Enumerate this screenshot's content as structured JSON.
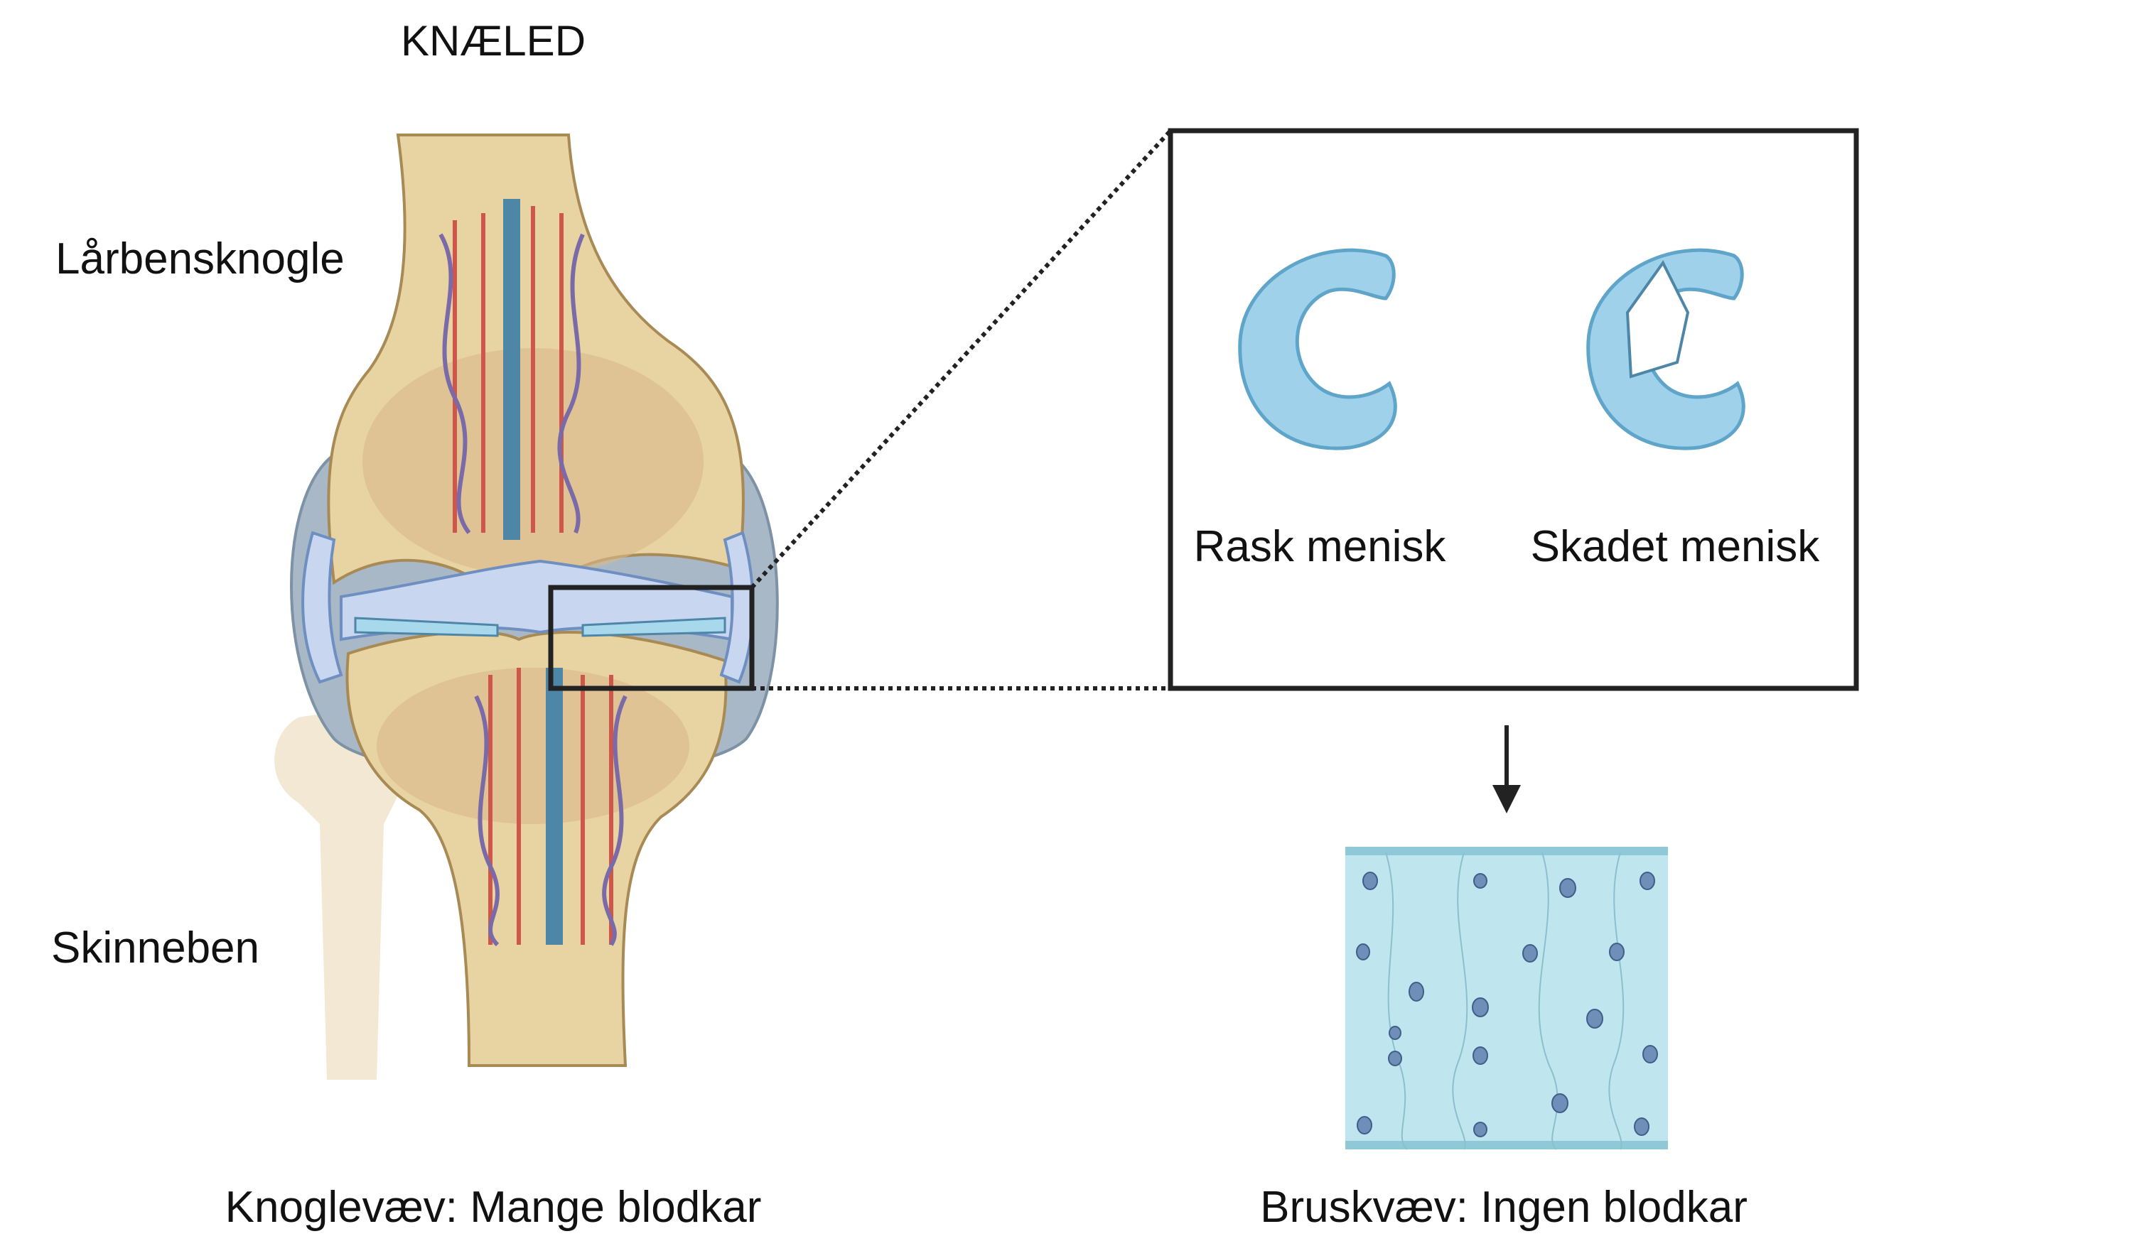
{
  "title": "KNÆLED",
  "labels": {
    "femur": "Lårbensknogle",
    "tibia": "Skinneben",
    "bone_caption": "Knoglevæv: Mange blodkar",
    "cartilage_caption": "Bruskvæv: Ingen blodkar"
  },
  "menisci": {
    "healthy": "Rask menisk",
    "damaged": "Skadet menisk"
  },
  "colors": {
    "bone": "#e8d3a3",
    "bone_outline": "#a88a55",
    "spongy": "#c49a6c",
    "artery": "#d0564c",
    "vein": "#4e86a8",
    "capillary": "#7b6aa8",
    "capsule": "#a9b8c6",
    "cartilage": "#a7d8ec",
    "meniscus": "#9fd2ea",
    "tissue": "#bfe6ee"
  }
}
